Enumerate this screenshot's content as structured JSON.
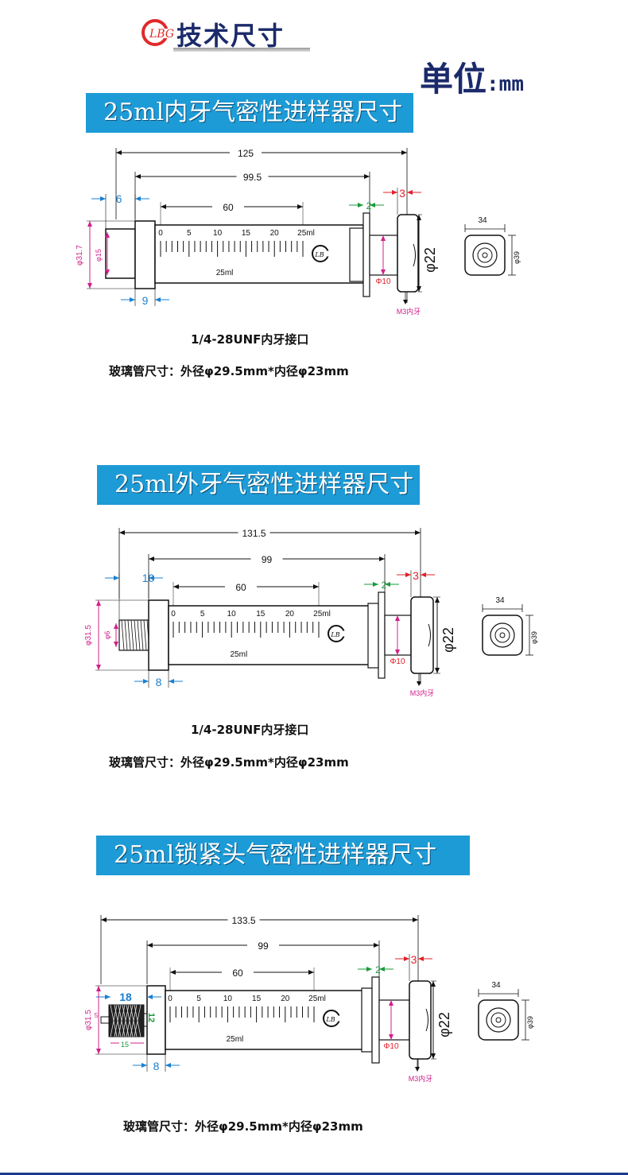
{
  "header": {
    "title": "技术尺寸",
    "logo_text": "LBG",
    "unit_label": "单位",
    "unit_value": ":mm"
  },
  "colors": {
    "banner": "#1d9bd6",
    "dim_blue": "#1a7fd0",
    "dim_red": "#e0202a",
    "dim_green": "#1a9a3a",
    "dim_magenta": "#d0208a",
    "title_navy": "#1b2a6b"
  },
  "sections": [
    {
      "title": "25ml内牙气密性进样器尺寸",
      "dims": {
        "total": "125",
        "barrel": "99.5",
        "scale": "60",
        "tip_len": "6",
        "hub": "9",
        "flange": "2",
        "plunger_head": "3",
        "head_dia": "φ22",
        "outer_dia": "φ31.7",
        "inner_dia": "φ15",
        "rod_dia": "Φ10",
        "m3": "M3内牙",
        "end_w": "34",
        "end_h": "φ39"
      },
      "scale_labels": [
        "0",
        "5",
        "10",
        "15",
        "20",
        "25ml"
      ],
      "barrel_label": "25ml",
      "notes": [
        "1/4-28UNF内牙接口",
        "玻璃管尺寸：外径φ29.5mm*内径φ23mm"
      ]
    },
    {
      "title": "25ml外牙气密性进样器尺寸",
      "dims": {
        "total": "131.5",
        "barrel": "99",
        "scale": "60",
        "tip_len": "10",
        "hub": "8",
        "flange": "2",
        "plunger_head": "3",
        "head_dia": "φ22",
        "outer_dia": "φ31.5",
        "inner_dia": "φ6",
        "rod_dia": "Φ10",
        "m3": "M3内牙",
        "end_w": "34",
        "end_h": "φ39"
      },
      "scale_labels": [
        "0",
        "5",
        "10",
        "15",
        "20",
        "25ml"
      ],
      "barrel_label": "25ml",
      "notes": [
        "1/4-28UNF内牙接口",
        "玻璃管尺寸：外径φ29.5mm*内径φ23mm"
      ]
    },
    {
      "title": "25ml锁紧头气密性进样器尺寸",
      "dims": {
        "total": "133.5",
        "barrel": "99",
        "scale": "60",
        "tip_len": "18",
        "hub": "8",
        "flange": "2",
        "plunger_head": "3",
        "head_dia": "φ22",
        "outer_dia": "φ31.5",
        "inner_dia": "5",
        "knob_dia": "12",
        "knob_len": "15",
        "rod_dia": "Φ10",
        "m3": "M3内牙",
        "end_w": "34",
        "end_h": "φ39"
      },
      "scale_labels": [
        "0",
        "5",
        "10",
        "15",
        "20",
        "25ml"
      ],
      "barrel_label": "25ml",
      "notes": [
        "玻璃管尺寸：外径φ29.5mm*内径φ23mm"
      ]
    }
  ]
}
